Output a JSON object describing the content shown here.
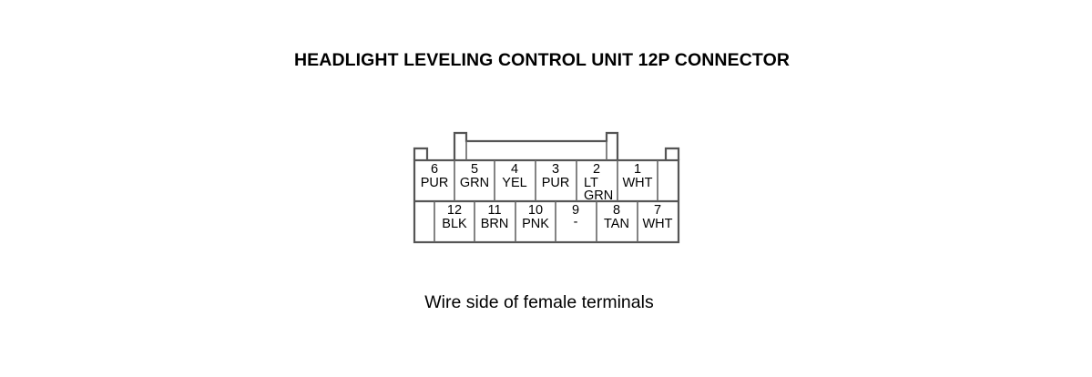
{
  "title": "HEADLIGHT LEVELING CONTROL UNIT 12P CONNECTOR",
  "caption": "Wire side of female terminals",
  "terminals": {
    "t6": {
      "num": "6",
      "color": "PUR"
    },
    "t5": {
      "num": "5",
      "color": "GRN"
    },
    "t4": {
      "num": "4",
      "color": "YEL"
    },
    "t3": {
      "num": "3",
      "color": "PUR"
    },
    "t2": {
      "num": "2",
      "color": "LT",
      "color2": "GRN"
    },
    "t1": {
      "num": "1",
      "color": "WHT"
    },
    "t12": {
      "num": "12",
      "color": "BLK"
    },
    "t11": {
      "num": "11",
      "color": "BRN"
    },
    "t10": {
      "num": "10",
      "color": "PNK"
    },
    "t9": {
      "num": "9",
      "color": "-"
    },
    "t8": {
      "num": "8",
      "color": "TAN"
    },
    "t7": {
      "num": "7",
      "color": "WHT"
    }
  }
}
